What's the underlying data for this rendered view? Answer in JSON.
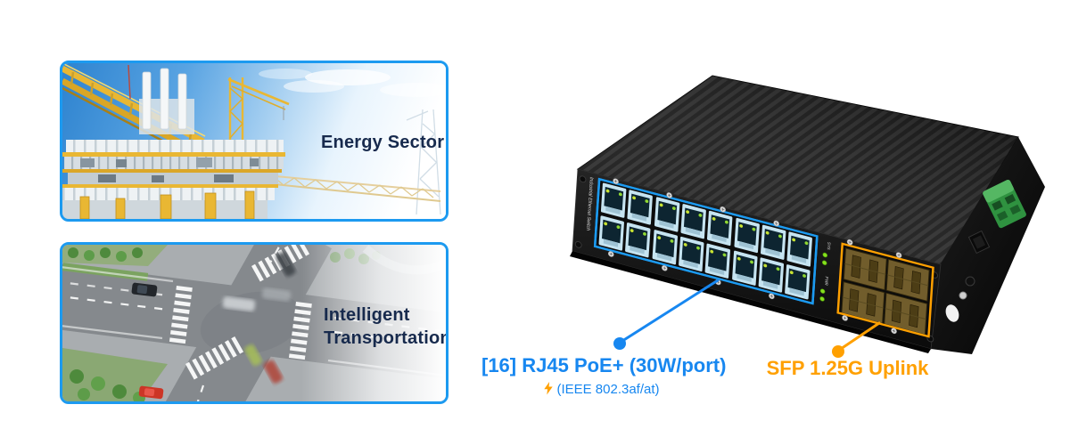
{
  "colors": {
    "card_border": "#1c9af0",
    "rj45_accent": "#1787f0",
    "sfp_accent": "#ffa000",
    "heading_text": "#172a4d"
  },
  "cards": [
    {
      "title": "Energy Sector"
    },
    {
      "title_line1": "Intelligent",
      "title_line2": "Transportation"
    }
  ],
  "device": {
    "panel_label": "Industrial Ethernet Switch",
    "leds": [
      "SYS",
      "PWR"
    ],
    "rj45_port_count": 16,
    "sfp_slot_count": 4
  },
  "callouts": {
    "rj45": {
      "label": "[16] RJ45 PoE+  (30W/port)",
      "standard": "(IEEE 802.3af/at)",
      "icon": "lightning-bolt"
    },
    "sfp": {
      "label": "SFP 1.25G Uplink"
    }
  }
}
